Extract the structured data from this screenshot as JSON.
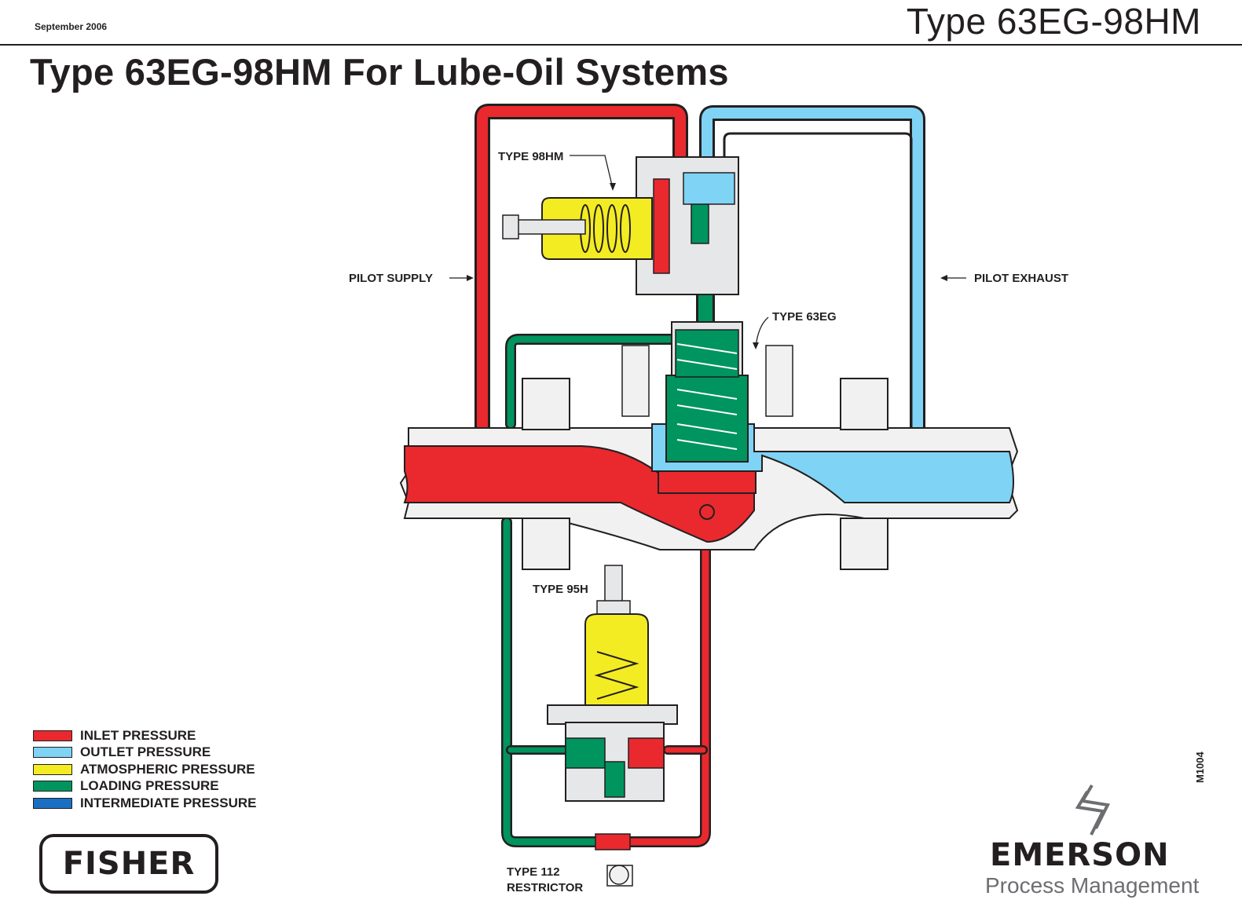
{
  "header": {
    "date": "September 2006",
    "doc_type": "Type 63EG-98HM",
    "title": "Type 63EG-98HM For Lube-Oil Systems"
  },
  "labels": {
    "type_98hm": "TYPE 98HM",
    "pilot_supply": "PILOT SUPPLY",
    "pilot_exhaust": "PILOT EXHAUST",
    "type_63eg": "TYPE 63EG",
    "type_95h": "TYPE 95H",
    "type_112_line1": "TYPE 112",
    "type_112_line2": "RESTRICTOR"
  },
  "legend": [
    {
      "label": "INLET PRESSURE",
      "color": "#e9292e"
    },
    {
      "label": "OUTLET PRESSURE",
      "color": "#7fd3f5"
    },
    {
      "label": "ATMOSPHERIC PRESSURE",
      "color": "#f4ec23"
    },
    {
      "label": "LOADING PRESSURE",
      "color": "#00945f"
    },
    {
      "label": "INTERMEDIATE PRESSURE",
      "color": "#1a6fc2"
    }
  ],
  "figure_code": "M1004",
  "logos": {
    "fisher": "FISHER",
    "emerson": "EMERSON",
    "process_management": "Process Management"
  }
}
